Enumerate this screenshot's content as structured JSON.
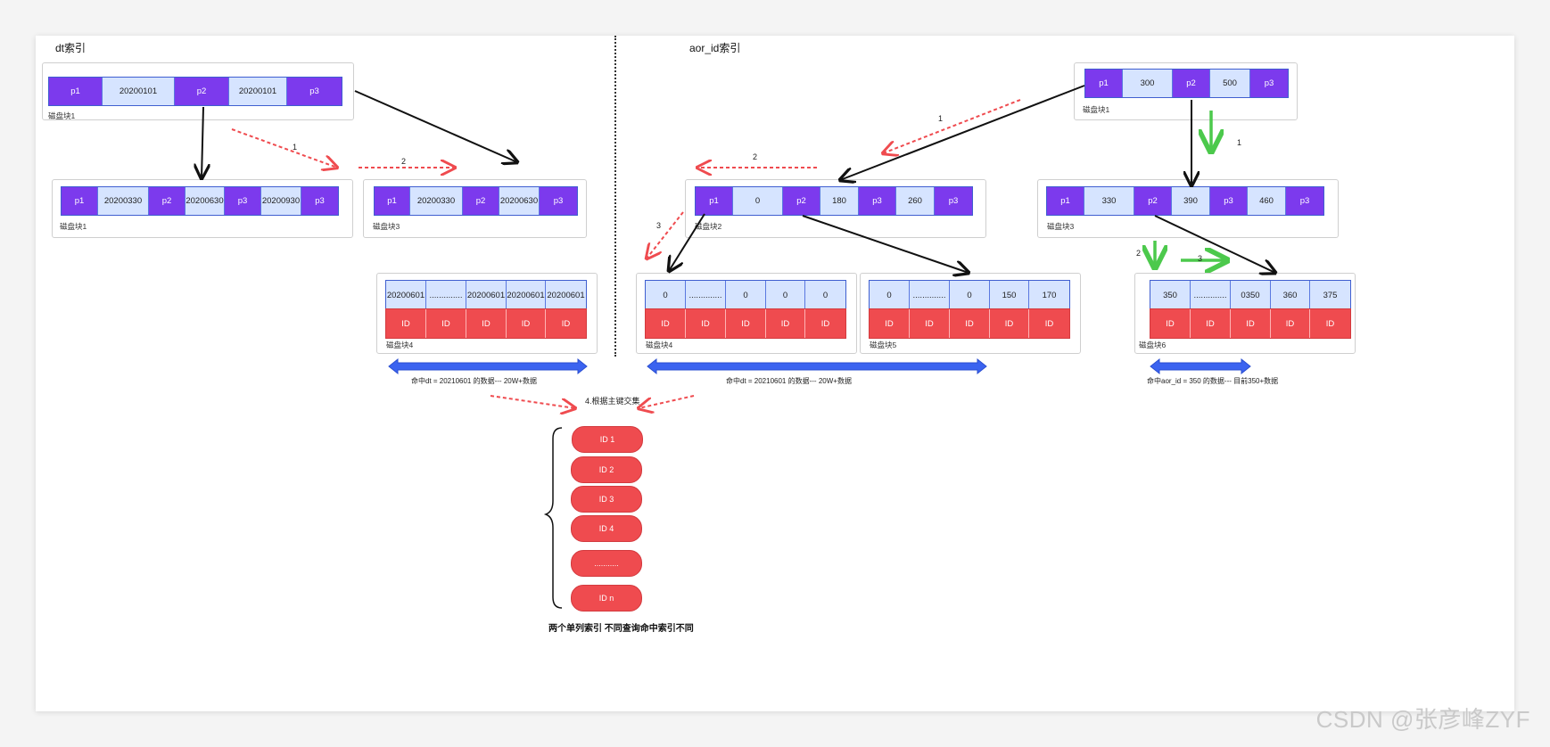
{
  "left": {
    "title": "dt索引",
    "root": {
      "cells": [
        "p1",
        "20200101",
        "p2",
        "20200101",
        "p3"
      ],
      "label": "磁盘块1"
    },
    "child1": {
      "cells": [
        "p1",
        "20200330",
        "p2",
        "20200630",
        "p3",
        "20200930",
        "p3"
      ],
      "label": "磁盘块1"
    },
    "child3": {
      "cells": [
        "p1",
        "20200330",
        "p2",
        "20200630",
        "p3"
      ],
      "label": "磁盘块3"
    },
    "leaf4": {
      "keys": [
        "20200601",
        "..............",
        "20200601",
        "20200601",
        "20200601"
      ],
      "ids": [
        "ID",
        "ID",
        "ID",
        "ID",
        "ID"
      ],
      "label": "磁盘块4"
    },
    "step1": "1",
    "step2": "2",
    "hit": "命中dt = 20210601 的数据--- 20W+数据"
  },
  "right": {
    "title": "aor_id索引",
    "root": {
      "cells": [
        "p1",
        "300",
        "p2",
        "500",
        "p3"
      ],
      "label": "磁盘块1"
    },
    "block2": {
      "cells": [
        "p1",
        "0",
        "p2",
        "180",
        "p3",
        "260",
        "p3"
      ],
      "label": "磁盘块2"
    },
    "block3": {
      "cells": [
        "p1",
        "330",
        "p2",
        "390",
        "p3",
        "460",
        "p3"
      ],
      "label": "磁盘块3"
    },
    "leaf4": {
      "keys": [
        "0",
        "..............",
        "0",
        "0",
        "0"
      ],
      "ids": [
        "ID",
        "ID",
        "ID",
        "ID",
        "ID"
      ],
      "label": "磁盘块4"
    },
    "leaf5": {
      "keys": [
        "0",
        "..............",
        "0",
        "150",
        "170"
      ],
      "ids": [
        "ID",
        "ID",
        "ID",
        "ID",
        "ID"
      ],
      "label": "磁盘块5"
    },
    "leaf6": {
      "keys": [
        "350",
        "..............",
        "0350",
        "360",
        "375"
      ],
      "ids": [
        "ID",
        "ID",
        "ID",
        "ID",
        "ID"
      ],
      "label": "磁盘块6"
    },
    "red_step1": "1",
    "red_step2": "2",
    "red_step3": "3",
    "green_step1": "1",
    "green_step2": "2",
    "green_step3": "3",
    "hit_mid": "命中dt = 20210601 的数据--- 20W+数据",
    "hit_right": "命中aor_id = 350 的数据--- 目前350+数据"
  },
  "merge": {
    "label": "4.根据主键交集",
    "ids": [
      "ID 1",
      "ID 2",
      "ID 3",
      "ID 4",
      "...........",
      "ID n"
    ],
    "caption": "两个单列索引  不同查询命中索引不同"
  },
  "watermark": "CSDN @张彦峰ZYF",
  "colors": {
    "pointer": "#7c3aed",
    "key": "#d6e4ff",
    "id": "#ef4b4f",
    "hit_arrow": "#3b63f0",
    "green": "#4cc94c",
    "red_dashed": "#ef4b4f"
  }
}
